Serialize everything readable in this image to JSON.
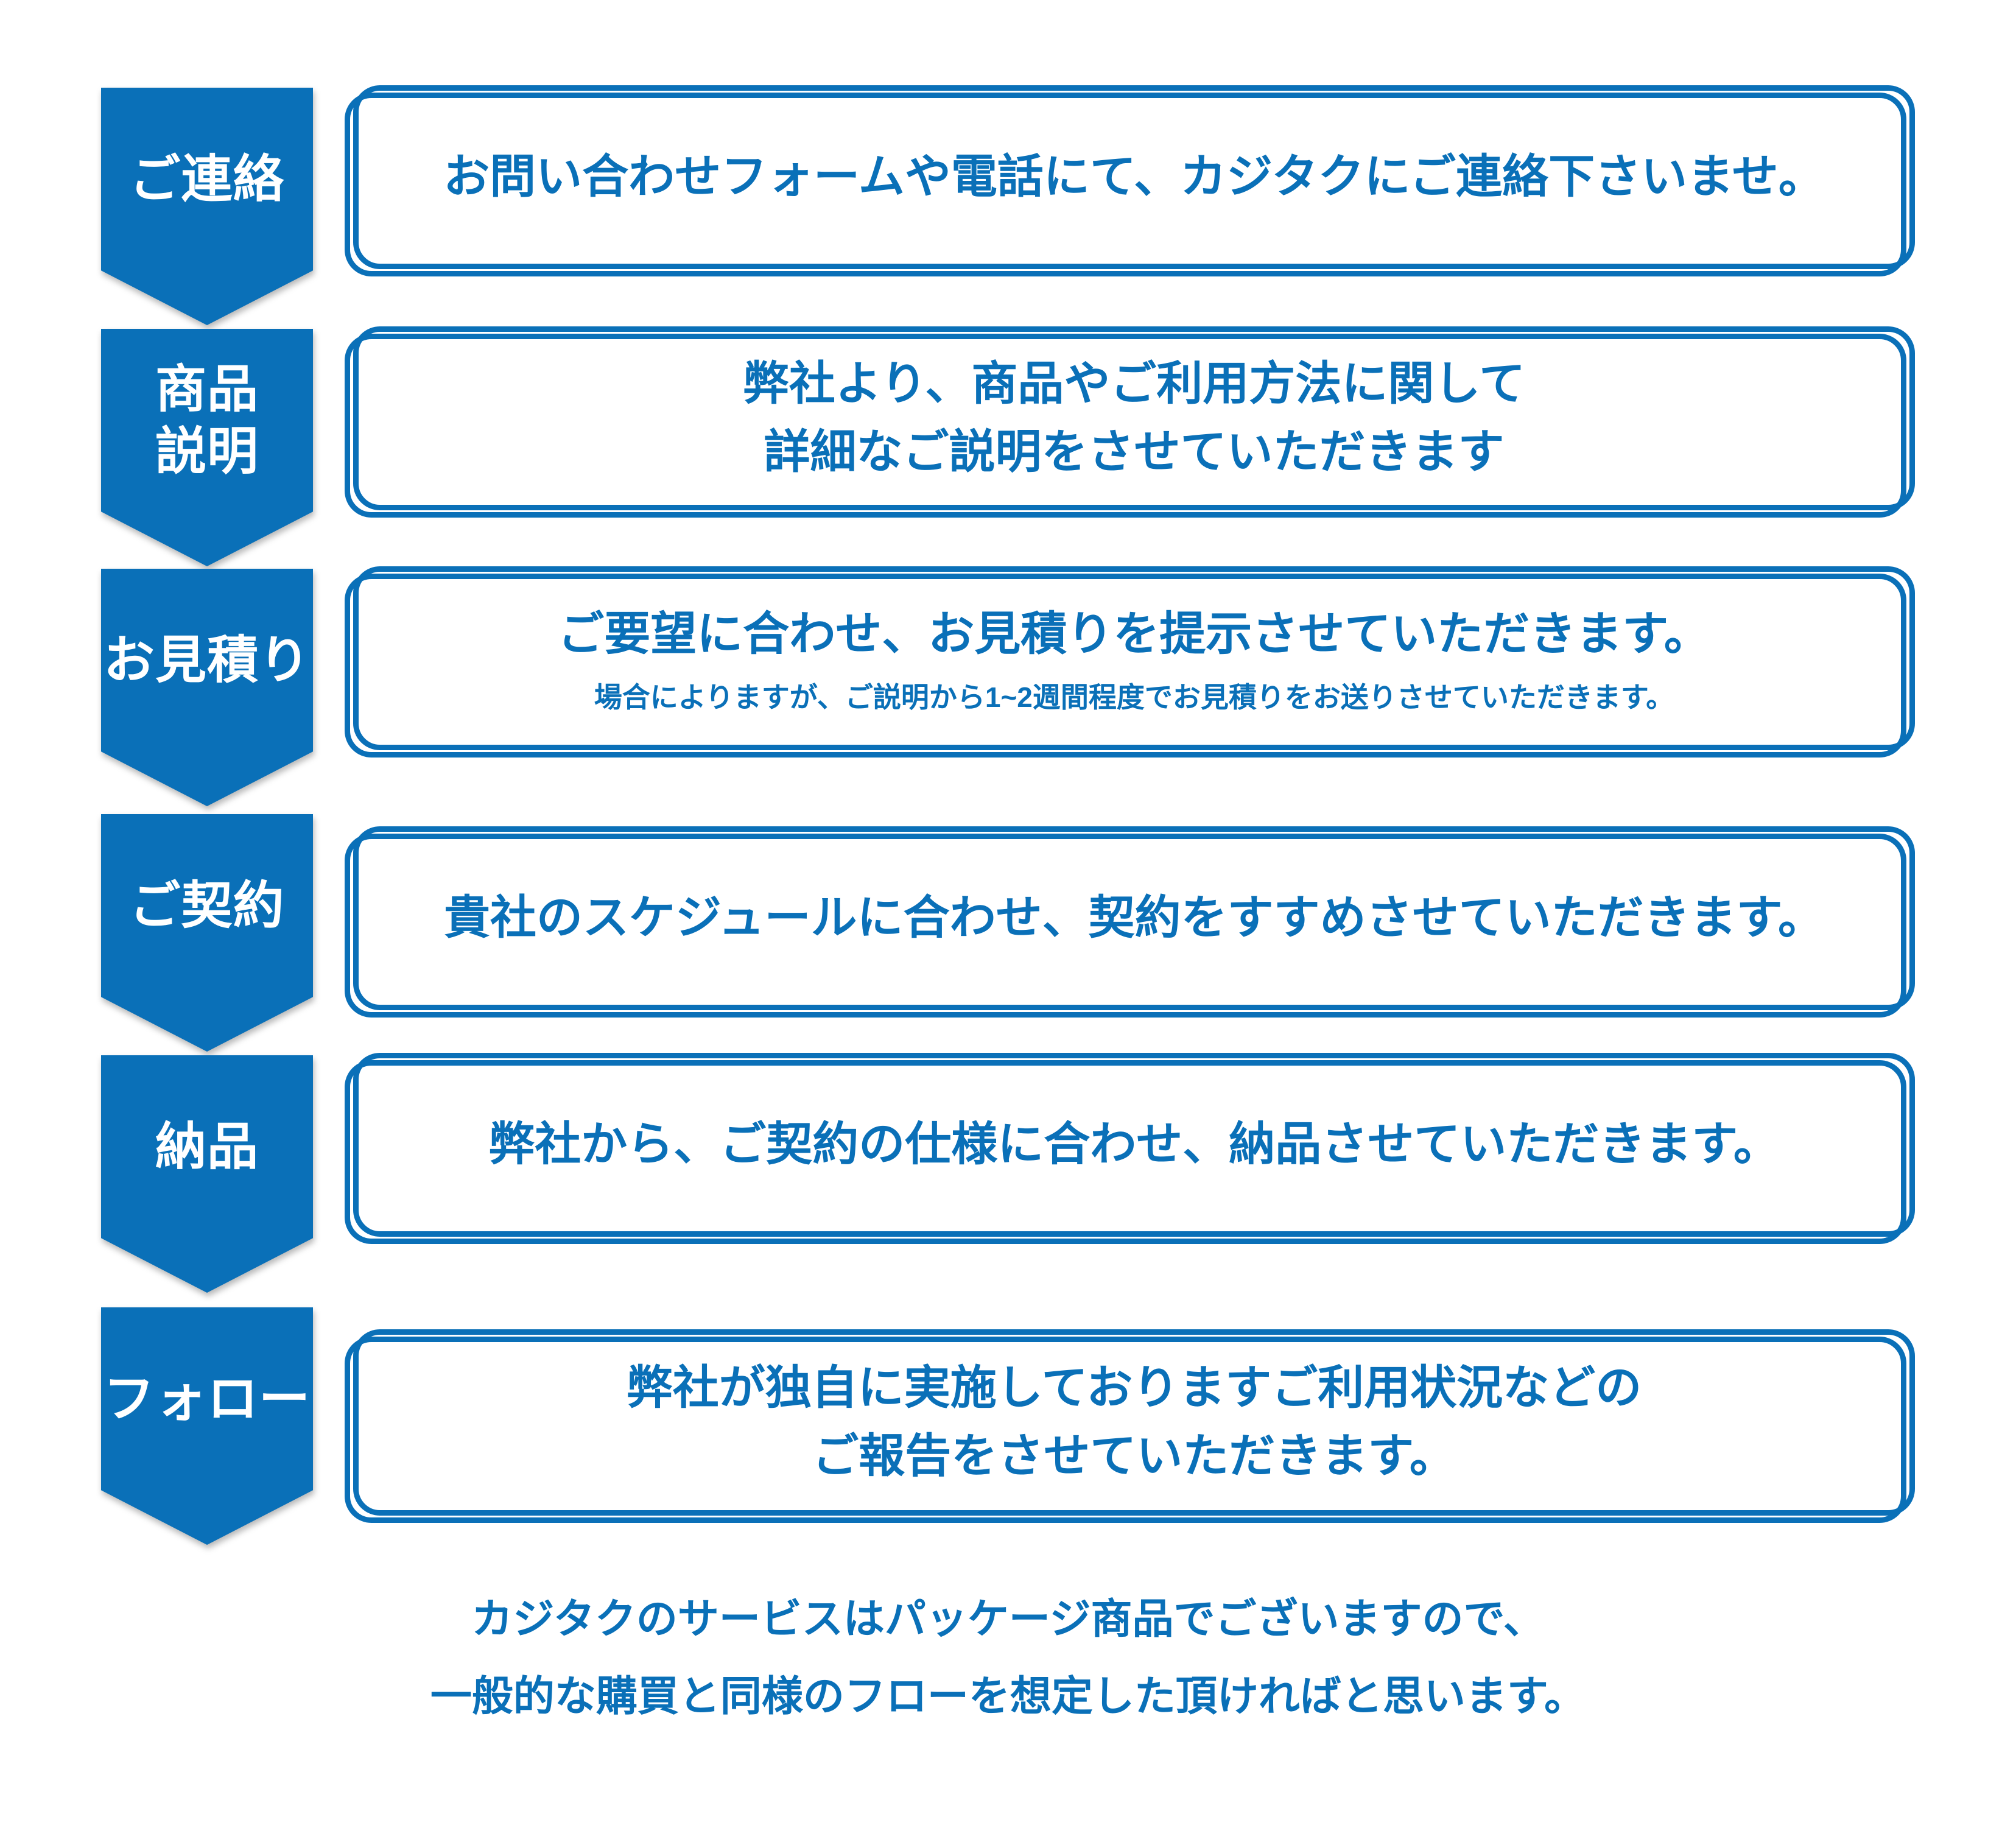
{
  "colors": {
    "accent": "#0a70b8",
    "background": "#ffffff",
    "arrow_text": "#ffffff",
    "box_text": "#0a70b8"
  },
  "steps": [
    {
      "label": "ご連絡",
      "lines": [
        {
          "text": "お問い合わせフォームや電話にて、カジタクにご連絡下さいませ。",
          "size": "lg"
        }
      ]
    },
    {
      "label": "商品\n説明",
      "lines": [
        {
          "text": "弊社より、商品やご利用方法に関して",
          "size": "lg"
        },
        {
          "text": "詳細なご説明をさせていただきます",
          "size": "lg"
        }
      ]
    },
    {
      "label": "お見積り",
      "lines": [
        {
          "text": "ご要望に合わせ、お見積りを提示させていただきます。",
          "size": "lg"
        },
        {
          "text": "場合によりますが、ご説明から1~2週間程度でお見積りをお送りさせていただきます。",
          "size": "sm"
        }
      ]
    },
    {
      "label": "ご契約",
      "lines": [
        {
          "text": "貴社のスケジュールに合わせ、契約をすすめさせていただきます。",
          "size": "lg"
        }
      ]
    },
    {
      "label": "納品",
      "lines": [
        {
          "text": "弊社から、ご契約の仕様に合わせ、納品させていただきます。",
          "size": "lg"
        }
      ]
    },
    {
      "label": "フォロー",
      "lines": [
        {
          "text": "弊社が独自に実施しておりますご利用状況などの",
          "size": "lg"
        },
        {
          "text": "ご報告をさせていただきます。",
          "size": "lg"
        }
      ]
    }
  ],
  "footer": {
    "lines": [
      "カジタクのサービスはパッケージ商品でございますので、",
      "一般的な購買と同様のフローを想定した頂ければと思います。"
    ]
  }
}
